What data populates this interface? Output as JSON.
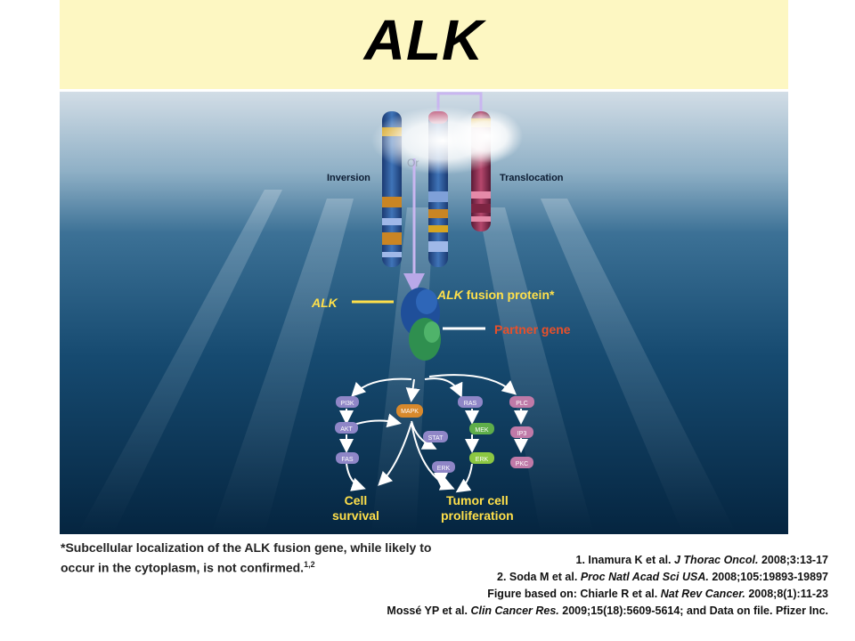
{
  "title": "ALK",
  "figure": {
    "labels": {
      "or": "Or",
      "inversion": "Inversion",
      "translocation": "Translocation",
      "alk": "ALK",
      "fusion_protein_italic": "ALK",
      "fusion_protein_rest": " fusion protein*",
      "partner_gene": "Partner gene",
      "cell_survival_1": "Cell",
      "cell_survival_2": "survival",
      "tumor_prolif_1": "Tumor cell",
      "tumor_prolif_2": "proliferation"
    },
    "nodes": [
      "PI3K",
      "AKT",
      "FAS",
      "MAPK",
      "RAS",
      "MEK",
      "ERK",
      "PLC",
      "IP3",
      "PKC",
      "STAT",
      "ERK"
    ],
    "colors": {
      "ocean_top": "#cfdbe4",
      "ocean_bottom": "#062a48",
      "label_white": "#ffffff",
      "label_yellow": "#ffe04a",
      "label_red": "#e8502a"
    }
  },
  "footnote": {
    "text": "*Subcellular localization of the ALK fusion gene, while likely to occur in the cytoplasm, is not confirmed.",
    "sup": "1,2"
  },
  "references": [
    {
      "pre": "1. Inamura K et al. ",
      "journal": "J Thorac Oncol.",
      "post": " 2008;3:13-17"
    },
    {
      "pre": "2. Soda M et al. ",
      "journal": "Proc Natl Acad Sci USA.",
      "post": " 2008;105:19893-19897"
    },
    {
      "pre": "Figure based on: Chiarle R et al. ",
      "journal": "Nat Rev Cancer.",
      "post": " 2008;8(1):11-23"
    },
    {
      "pre": "Mossé YP et al. ",
      "journal": "Clin Cancer Res.",
      "post": " 2009;15(18):5609-5614;  and Data on file. Pfizer Inc."
    }
  ]
}
